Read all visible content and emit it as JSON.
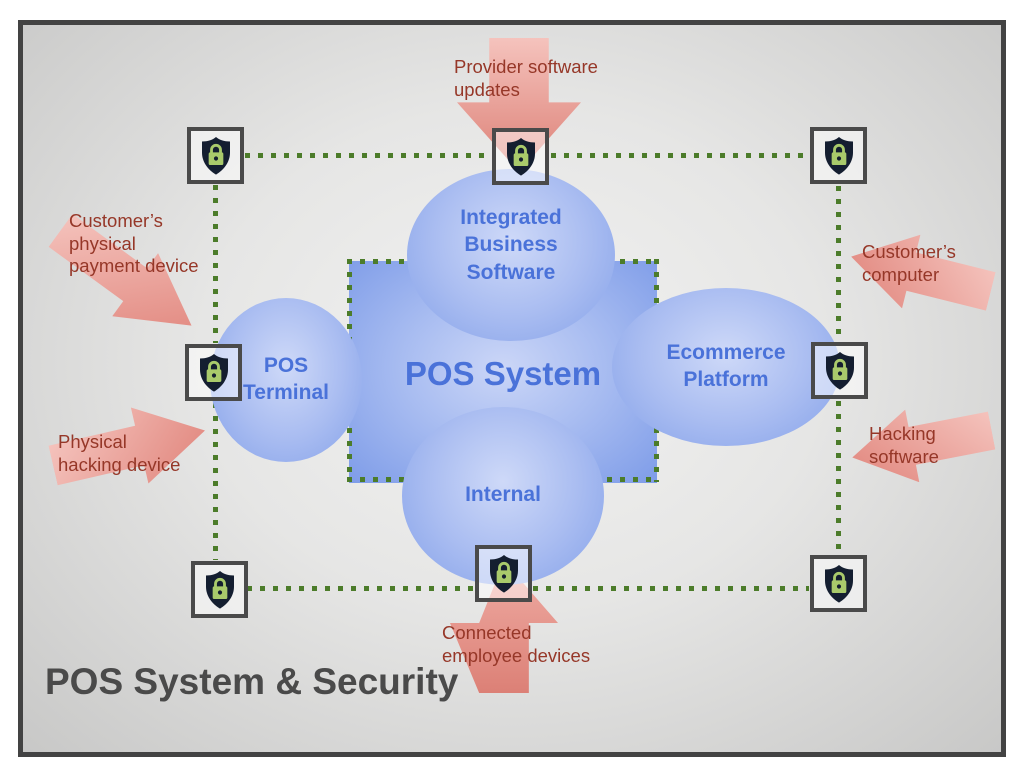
{
  "title": "POS System & Security",
  "diagram": {
    "core": {
      "label": "POS System"
    },
    "nodes": {
      "integrated": {
        "label": "Integrated\nBusiness\nSoftware"
      },
      "pos_terminal": {
        "label": "POS\nTerminal"
      },
      "ecommerce": {
        "label": "Ecommerce\nPlatform"
      },
      "internal": {
        "label": "Internal"
      }
    },
    "threats": {
      "provider_updates": {
        "label": "Provider software\nupdates",
        "direction": "down"
      },
      "customer_payment": {
        "label": "Customer’s\nphysical\npayment device",
        "direction": "down-right"
      },
      "physical_hacking": {
        "label": "Physical\nhacking device",
        "direction": "right"
      },
      "customer_computer": {
        "label": "Customer’s\ncomputer",
        "direction": "left"
      },
      "hacking_software": {
        "label": "Hacking\nsoftware",
        "direction": "left"
      },
      "connected_devices": {
        "label": "Connected\nemployee devices",
        "direction": "up"
      }
    },
    "security_checkpoints": {
      "count": 8,
      "icon": "shield-lock-icon"
    },
    "colors": {
      "node_fill": "#9db3ee",
      "node_text": "#4a72d9",
      "threat_arrow": "#e39a90",
      "threat_text": "#963728",
      "perimeter_dots": "#4c7c2a",
      "shield": "#141e30",
      "lock": "#a9ca6b",
      "frame": "#434343",
      "title_text": "#4a4a4a"
    }
  }
}
